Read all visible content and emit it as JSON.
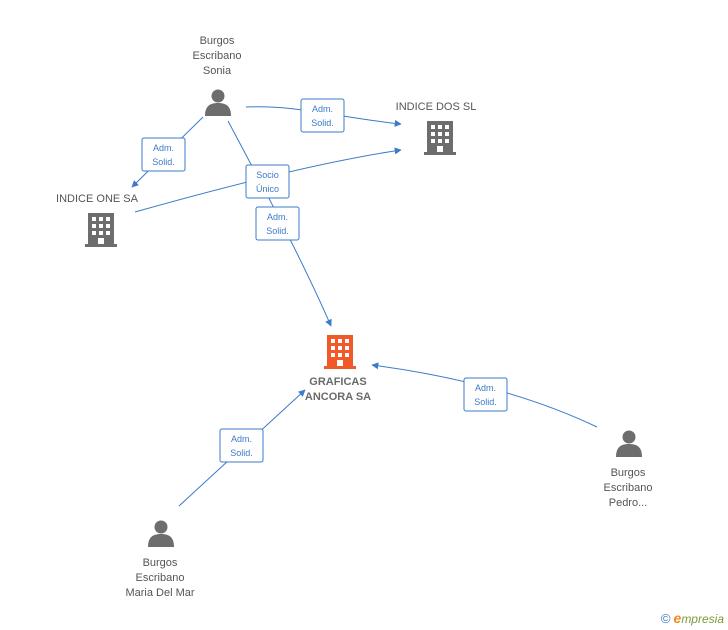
{
  "nodes": {
    "sonia": {
      "type": "person",
      "lines": [
        "Burgos",
        "Escribano",
        "Sonia"
      ]
    },
    "dos": {
      "type": "company",
      "lines": [
        "INDICE DOS  SL"
      ]
    },
    "one": {
      "type": "company",
      "lines": [
        "INDICE ONE SA"
      ]
    },
    "graficas": {
      "type": "company",
      "main": true,
      "lines": [
        "GRAFICAS",
        "ANCORA SA"
      ]
    },
    "pedro": {
      "type": "person",
      "lines": [
        "Burgos",
        "Escribano",
        "Pedro..."
      ]
    },
    "maria": {
      "type": "person",
      "lines": [
        "Burgos",
        "Escribano",
        "Maria Del Mar"
      ]
    }
  },
  "relations": [
    {
      "id": "sonia-dos",
      "lines": [
        "Adm.",
        "Solid."
      ]
    },
    {
      "id": "sonia-one",
      "lines": [
        "Adm.",
        "Solid."
      ]
    },
    {
      "id": "one-dos",
      "lines": [
        "Socio",
        "Único"
      ]
    },
    {
      "id": "sonia-graficas",
      "lines": [
        "Adm.",
        "Solid."
      ]
    },
    {
      "id": "pedro-graficas",
      "lines": [
        "Adm.",
        "Solid."
      ]
    },
    {
      "id": "maria-graficas",
      "lines": [
        "Adm.",
        "Solid."
      ]
    }
  ],
  "colors": {
    "edge": "#3b7bc8",
    "company": "#6d6d6d",
    "company_main": "#f05a28",
    "person": "#6d6d6d"
  },
  "icons": {
    "person": "person-icon",
    "company": "building-icon"
  },
  "footer": {
    "copyright": "©",
    "brand_initial": "e",
    "brand_rest": "mpresia"
  }
}
